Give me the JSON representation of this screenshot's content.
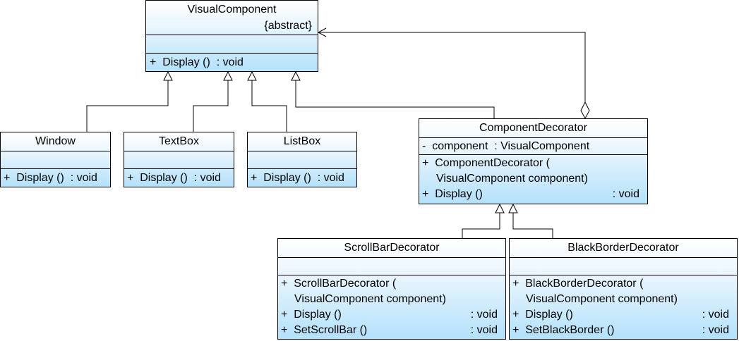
{
  "classes": {
    "visual": {
      "name": "VisualComponent",
      "stereotype": "{abstract}",
      "op1": "+  Display ()  : void"
    },
    "window": {
      "name": "Window",
      "op1": "+  Display ()  : void"
    },
    "textbox": {
      "name": "TextBox",
      "op1": "+  Display ()  : void"
    },
    "listbox": {
      "name": "ListBox",
      "op1": "+  Display ()  : void"
    },
    "decorator": {
      "name": "ComponentDecorator",
      "attr1": "-  component  : VisualComponent",
      "op1a": "+  ComponentDecorator (",
      "op1b": "VisualComponent component)",
      "op2": "+  Display ()",
      "op2type": ": void"
    },
    "scrollbar": {
      "name": "ScrollBarDecorator",
      "op1a": "+  ScrollBarDecorator (",
      "op1b": "VisualComponent component)",
      "op2": "+  Display ()",
      "op2type": ": void",
      "op3": "+  SetScrollBar ()",
      "op3type": ": void"
    },
    "blackborder": {
      "name": "BlackBorderDecorator",
      "op1a": "+  BlackBorderDecorator (",
      "op1b": "VisualComponent component)",
      "op2": "+  Display ()",
      "op2type": ": void",
      "op3": "+  SetBlackBorder ()",
      "op3type": ": void"
    }
  }
}
